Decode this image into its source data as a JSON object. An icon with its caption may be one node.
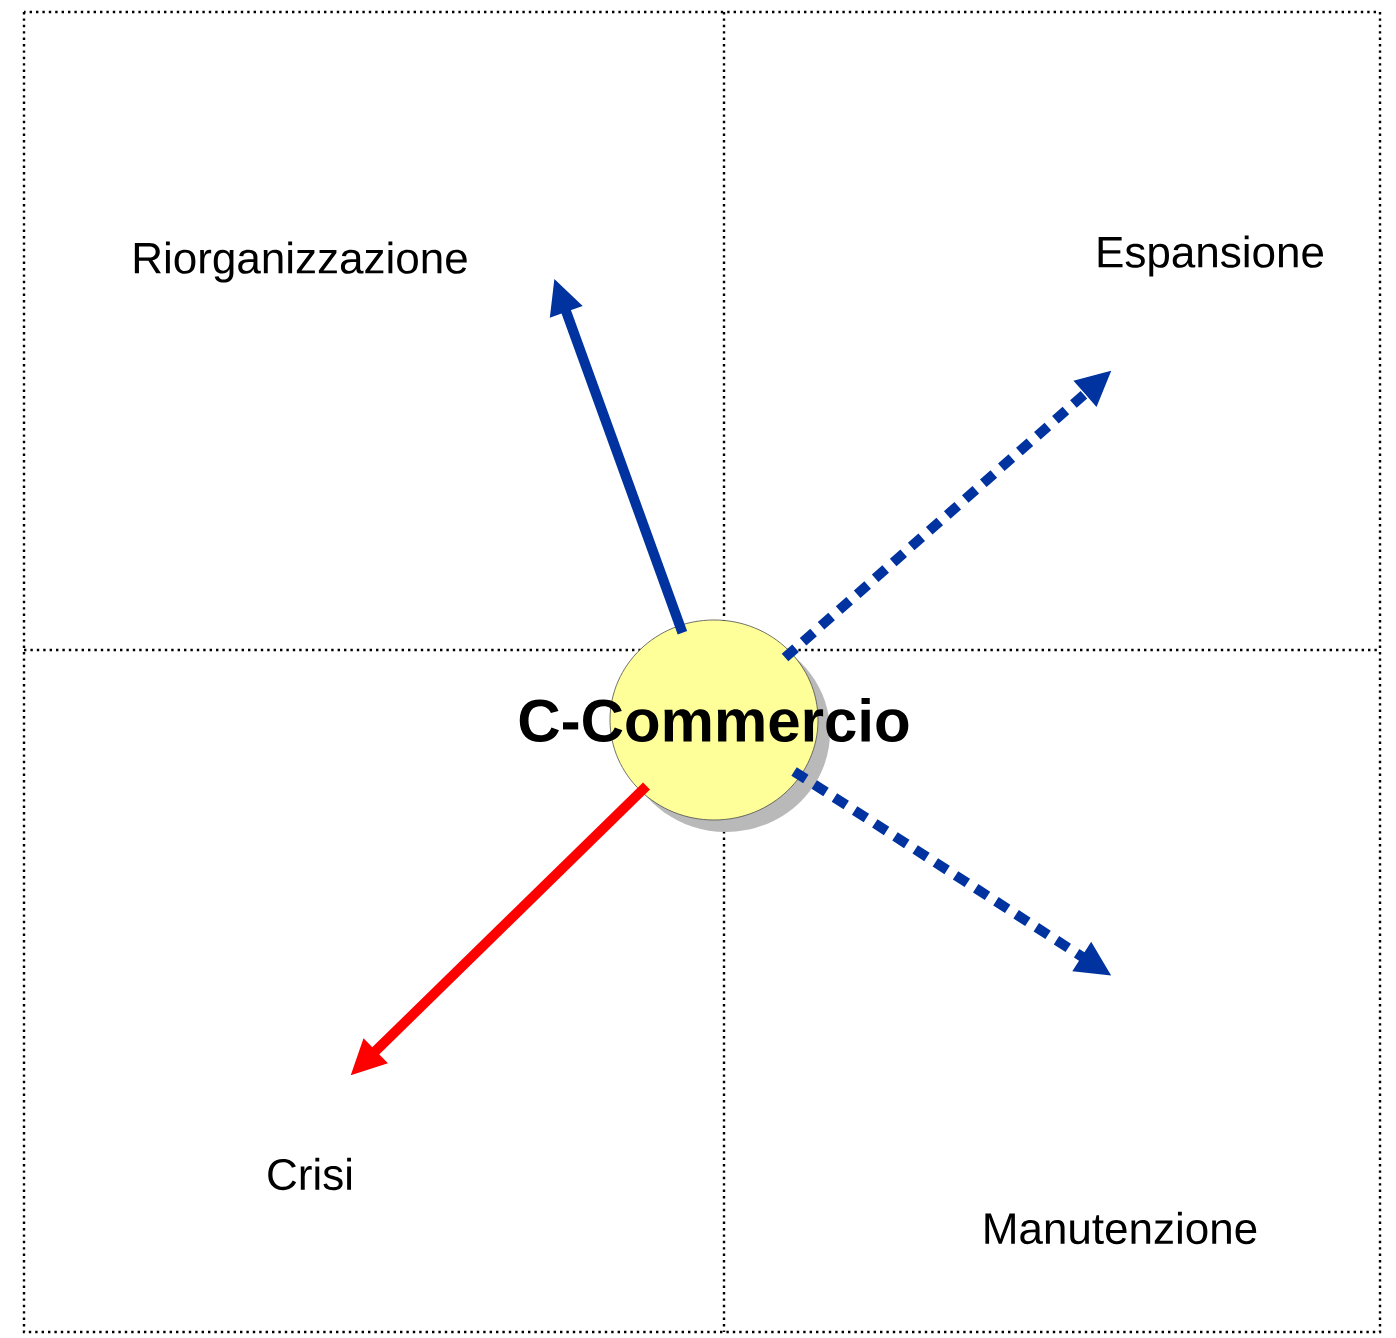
{
  "diagram": {
    "nodes": [
      {
        "text": [
          "C-Commercio"
        ]
      },
      {
        "text": [
          "Riorganizzazione"
        ]
      },
      {
        "text": [
          "Espansione"
        ]
      },
      {
        "text": [
          "Crisi"
        ]
      },
      {
        "text": [
          "Manutenzione"
        ]
      }
    ],
    "edges": [
      {
        "from": 0,
        "to": 1,
        "arrow": "to"
      },
      {
        "from": 0,
        "to": 2,
        "arrow": "to",
        "style": "dashed"
      },
      {
        "from": 0,
        "to": null,
        "arrow": "to",
        "style": "dashed"
      },
      {
        "from": 0,
        "to": 3,
        "arrow": "to",
        "color": "#ff0000"
      }
    ]
  }
}
